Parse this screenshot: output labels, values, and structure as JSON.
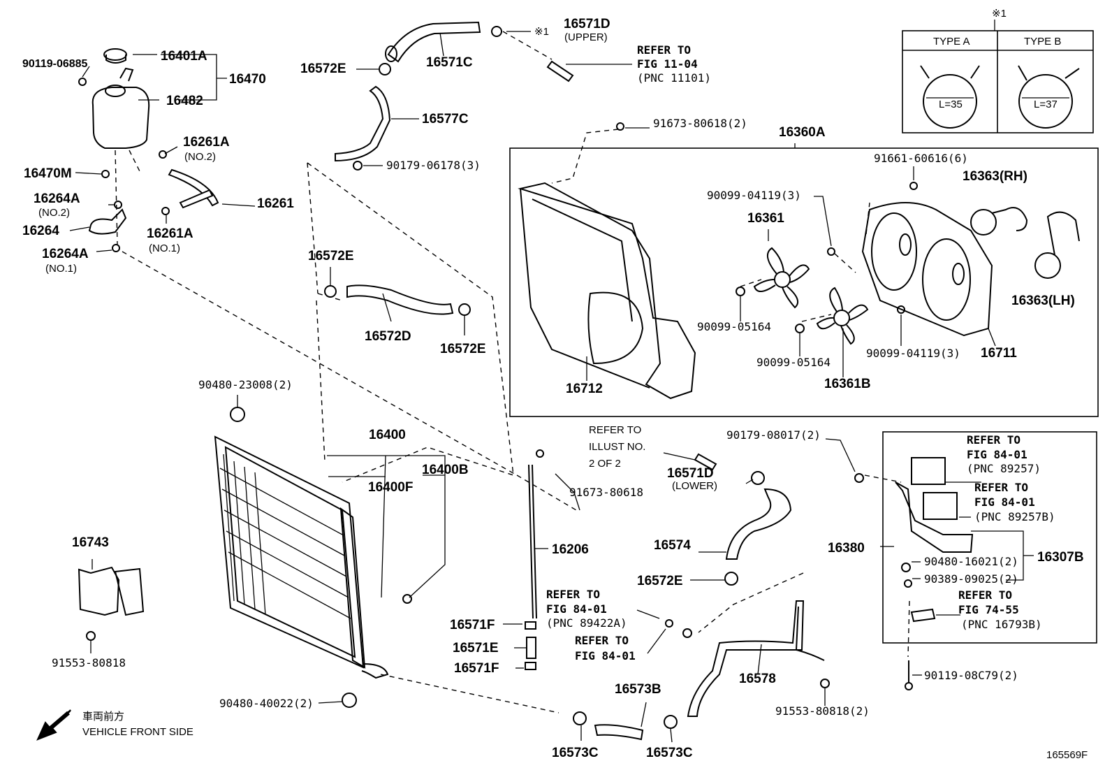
{
  "labels": {
    "p90119_06885": "90119-06885",
    "p16401A": "16401A",
    "p16470": "16470",
    "p16482": "16482",
    "p16261A_no2": "16261A",
    "no2_a": "(NO.2)",
    "p16470M": "16470M",
    "p16264A_no2": "16264A",
    "no2_b": "(NO.2)",
    "p16264": "16264",
    "p16261": "16261",
    "p16261A_no1": "16261A",
    "no1_a": "(NO.1)",
    "p16264A_no1": "16264A",
    "no1_b": "(NO.1)",
    "p16571D_upper": "16571D",
    "upper": "(UPPER)",
    "mark1": "※1",
    "p16571C": "16571C",
    "p16572E_1": "16572E",
    "p16577C": "16577C",
    "p90179_06178": "90179-06178(3)",
    "p91673_80618_2": "91673-80618(2)",
    "p16360A": "16360A",
    "p16572E_2": "16572E",
    "p16572D": "16572D",
    "p16572E_3": "16572E",
    "p91661_60616": "91661-60616(6)",
    "p16363RH": "16363(RH)",
    "p90099_04119_a": "90099-04119(3)",
    "p16361": "16361",
    "p16363LH": "16363(LH)",
    "p90099_05164_a": "90099-05164",
    "p90099_05164_b": "90099-05164",
    "p90099_04119_b": "90099-04119(3)",
    "p16711": "16711",
    "p16712": "16712",
    "p16361B": "16361B",
    "p90480_23008": "90480-23008(2)",
    "p16400": "16400",
    "p16400B": "16400B",
    "p16400F": "16400F",
    "p91673_80618": "91673-80618",
    "p16206": "16206",
    "p16743": "16743",
    "p91553_80818": "91553-80818",
    "p16571F_1": "16571F",
    "p16571E": "16571E",
    "p16571F_2": "16571F",
    "p90480_40022": "90480-40022(2)",
    "p90179_08017": "90179-08017(2)",
    "p16571D_lower": "16571D",
    "lower": "(LOWER)",
    "p16574": "16574",
    "p16572E_4": "16572E",
    "p16380": "16380",
    "p16307B": "16307B",
    "p90480_16021": "90480-16021(2)",
    "p90389_09025": "90389-09025(2)",
    "p16578": "16578",
    "p91553_80818_2": "91553-80818(2)",
    "p90119_08C79": "90119-08C79(2)",
    "p16573B": "16573B",
    "p16573C_1": "16573C",
    "p16573C_2": "16573C",
    "diagram_id": "165569F"
  },
  "refs": {
    "r1_l1": "REFER TO",
    "r1_l2": "FIG 11-04",
    "r1_l3": "(PNC 11101)",
    "r2_l1": "REFER TO",
    "r2_l2": "ILLUST NO.",
    "r2_l3": "2 OF 2",
    "r3_l1": "REFER TO",
    "r3_l2": "FIG 84-01",
    "r3_l3": "(PNC 89257)",
    "r4_l1": "REFER TO",
    "r4_l2": "FIG 84-01",
    "r4_l3": "(PNC 89257B)",
    "r5_l1": "REFER TO",
    "r5_l2": "FIG 74-55",
    "r5_l3": "(PNC 16793B)",
    "r6_l1": "REFER TO",
    "r6_l2": "FIG 84-01",
    "r6_l3": "(PNC 89422A)",
    "r7_l1": "REFER TO",
    "r7_l2": "FIG 84-01"
  },
  "clamp_types": {
    "note_mark": "※1",
    "type_a": "TYPE A",
    "type_b": "TYPE B",
    "type_a_size": "L=35",
    "type_b_size": "L=37"
  },
  "direction": {
    "jp": "車両前方",
    "en": "VEHICLE FRONT SIDE"
  }
}
